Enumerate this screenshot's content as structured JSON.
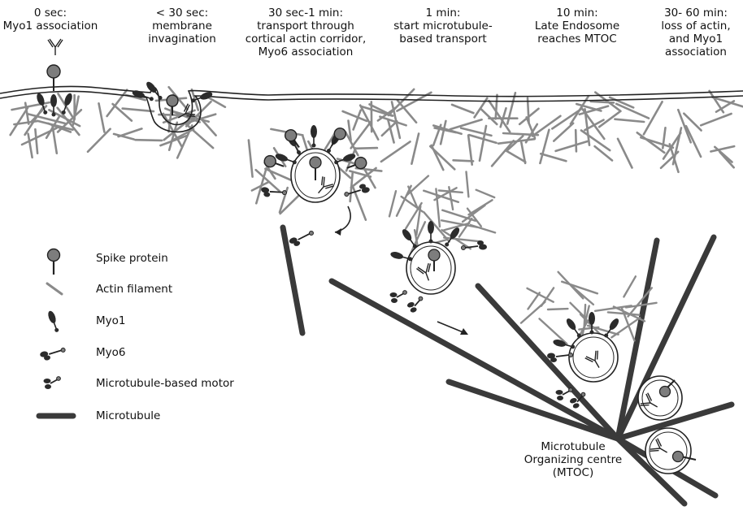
{
  "stages": [
    {
      "text": "0 sec:\nMyo1 association"
    },
    {
      "text": "< 30 sec:\nmembrane\ninvagination"
    },
    {
      "text": "30 sec-1 min:\ntransport through\ncortical actin corridor,\nMyo6 association"
    },
    {
      "text": "1 min:\nstart microtubule-\nbased transport"
    },
    {
      "text": "10 min:\nLate Endosome\nreaches MTOC"
    },
    {
      "text": "30- 60 min:\nloss of actin,\nand Myo1\nassociation"
    }
  ],
  "legend": [
    {
      "icon": "spike-protein-icon",
      "label": "Spike protein"
    },
    {
      "icon": "actin-filament-icon",
      "label": "Actin filament"
    },
    {
      "icon": "myo1-icon",
      "label": "Myo1"
    },
    {
      "icon": "myo6-icon",
      "label": "Myo6"
    },
    {
      "icon": "microtubule-motor-icon",
      "label": "Microtubule-based motor"
    },
    {
      "icon": "microtubule-icon",
      "label": "Microtubule"
    }
  ],
  "mtoc": {
    "label": "Microtubule\nOrganizing centre\n(MTOC)"
  },
  "colors": {
    "actin": "#8a8a8a",
    "microtubule": "#3a3a3a",
    "spike": "#7d7d7d",
    "motor": "#2b2b2b",
    "membrane": "#222222"
  }
}
